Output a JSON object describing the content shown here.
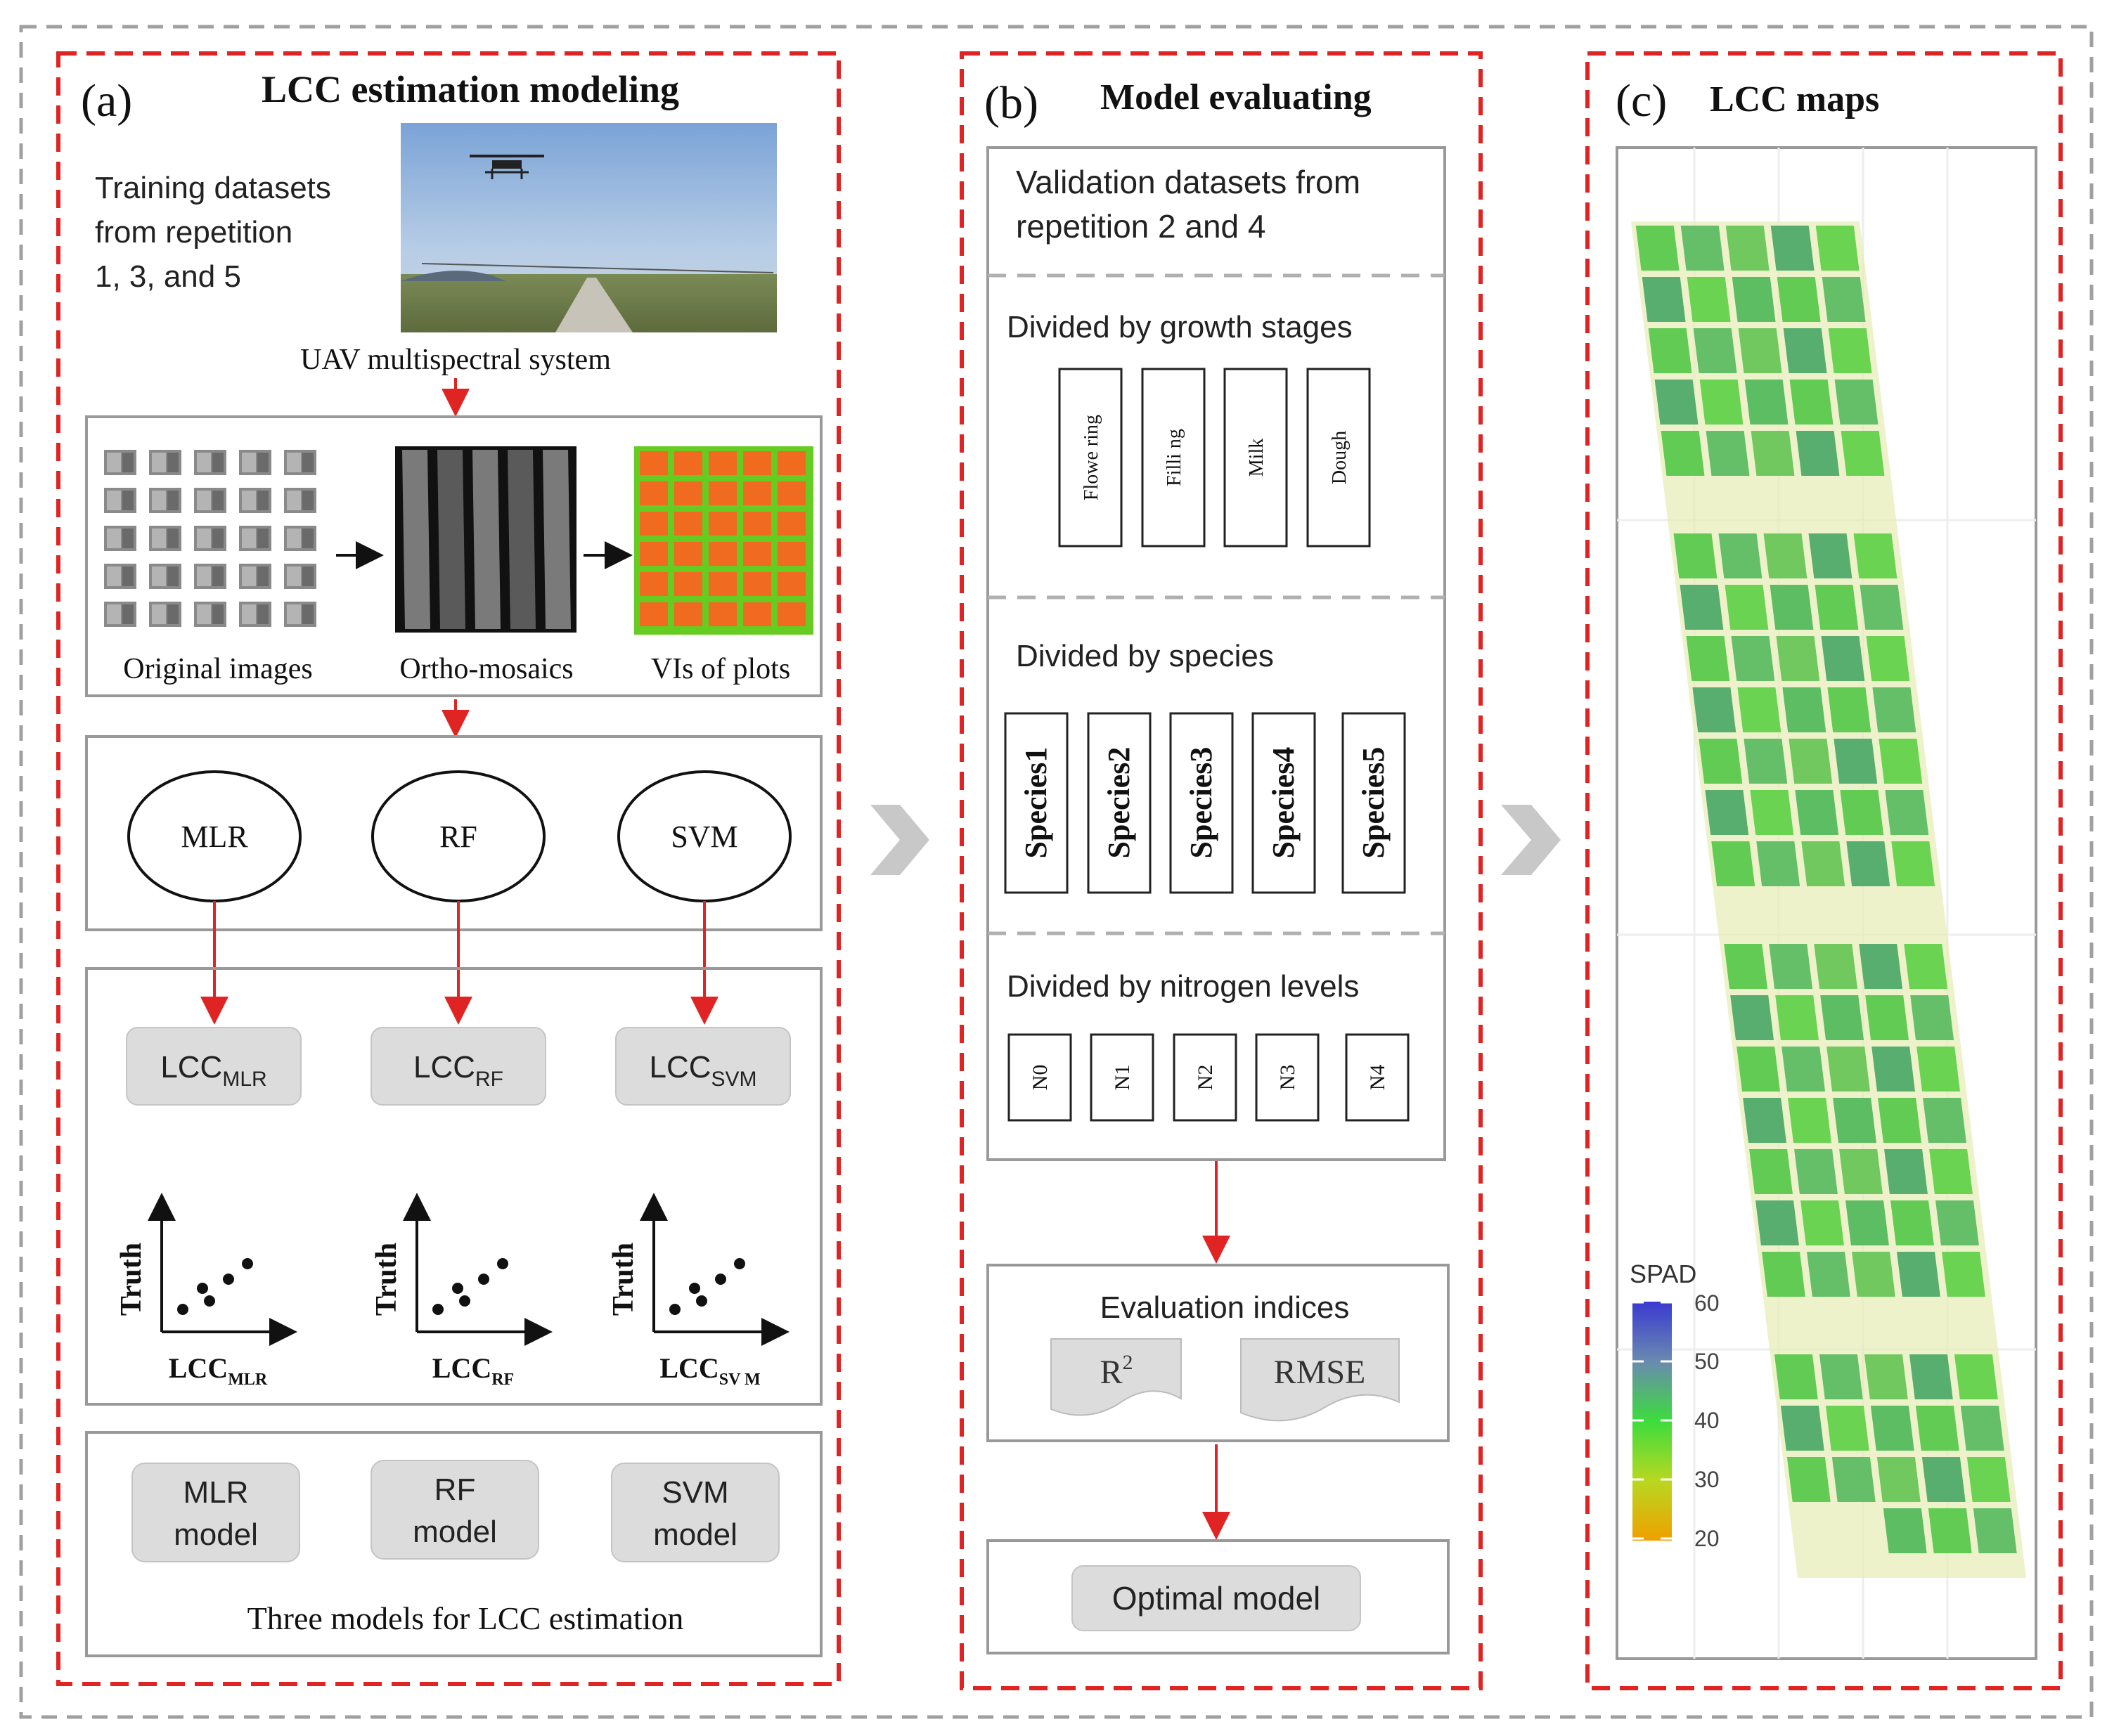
{
  "panel_a": {
    "letter": "(a)",
    "title": "LCC estimation modeling",
    "training_text": [
      "Training datasets",
      "from repetition",
      "1, 3, and 5"
    ],
    "uav_caption": "UAV multispectral system",
    "image_captions": [
      "Original images",
      "Ortho-mosaics",
      "VIs of plots"
    ],
    "models": [
      "MLR",
      "RF",
      "SVM"
    ],
    "lcc_base": "LCC",
    "lcc_subs": [
      "MLR",
      "RF",
      "SVM"
    ],
    "scatter_ylabel": "Truth",
    "scatter_subs": [
      "MLR",
      "RF",
      "SV M"
    ],
    "model_boxes": [
      [
        "MLR",
        "model"
      ],
      [
        "RF",
        "model"
      ],
      [
        "SVM",
        "model"
      ]
    ],
    "footer": "Three models for LCC estimation"
  },
  "panel_b": {
    "letter": "(b)",
    "title": "Model evaluating",
    "validation_text": [
      "Validation datasets from",
      "repetition 2 and 4"
    ],
    "growth_heading": "Divided by growth stages",
    "growth_stages": [
      "Flowe ring",
      "Filli ng",
      "Milk",
      "Dough"
    ],
    "species_heading": "Divided by species",
    "species": [
      "Species1",
      "Species2",
      "Species3",
      "Species4",
      "Species5"
    ],
    "nitrogen_heading": "Divided by nitrogen levels",
    "nitrogen_levels": [
      "N0",
      "N1",
      "N2",
      "N3",
      "N4"
    ],
    "indices_heading": "Evaluation indices",
    "r2_base": "R",
    "r2_sup": "2",
    "rmse": "RMSE",
    "optimal": "Optimal model"
  },
  "panel_c": {
    "letter": "(c)",
    "title": "LCC maps",
    "legend_title": "SPAD",
    "legend_ticks": [
      "60",
      "50",
      "40",
      "30",
      "20"
    ]
  },
  "colors": {
    "panel_border": "#e02424",
    "outer_border": "#a0a0a0",
    "arrow": "#e02424",
    "gray_box": "#dcdcdc",
    "chevron": "#c8c8c8"
  }
}
